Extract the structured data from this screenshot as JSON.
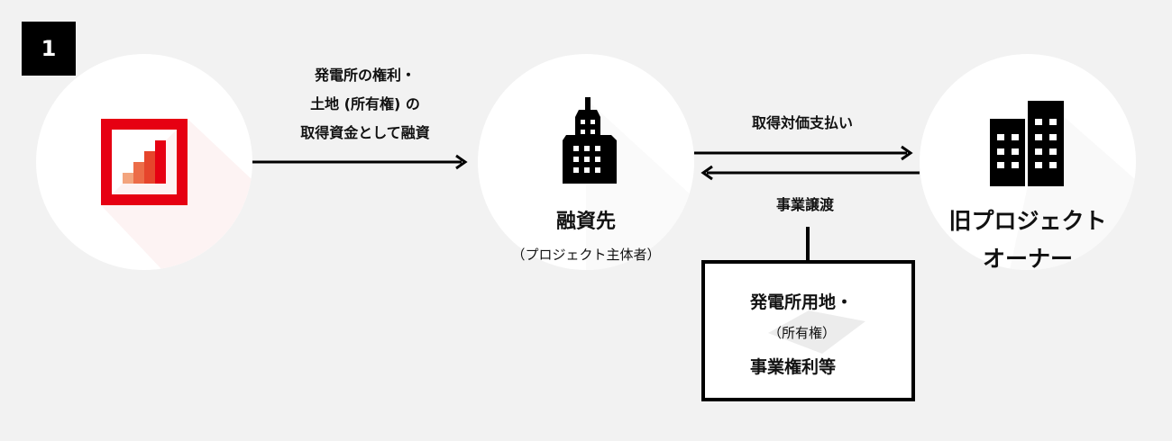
{
  "step_number": "1",
  "nodes": {
    "lender": {
      "icon": "bar-chart-logo-icon"
    },
    "borrower": {
      "icon": "tall-building-icon",
      "title": "融資先",
      "subtitle": "（プロジェクト主体者）"
    },
    "former_owner": {
      "icon": "two-buildings-icon",
      "title_line1": "旧プロジェクト",
      "title_line2": "オーナー"
    }
  },
  "flows": {
    "loan": {
      "lines": [
        "発電所の権利・",
        "土地 (所有権) の",
        "取得資金として融資"
      ]
    },
    "payment": {
      "label": "取得対価支払い"
    },
    "transfer": {
      "label": "事業譲渡"
    }
  },
  "asset_box": {
    "line1": "発電所用地・",
    "line2": "（所有権）",
    "line3": "事業権利等"
  },
  "colors": {
    "brand_red": "#e60012",
    "background": "#f2f2f2"
  }
}
